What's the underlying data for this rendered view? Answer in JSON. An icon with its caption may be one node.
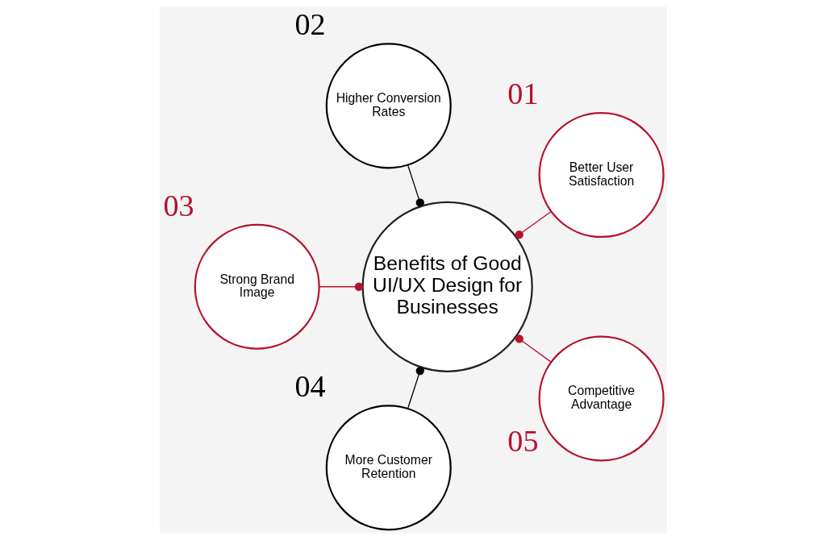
{
  "diagram": {
    "nodes": [
      {
        "text": [
          "Benefits of Good UI/UX Design for Businesses"
        ]
      },
      {
        "text": [
          "Better User Satisfaction"
        ],
        "beside": [
          "01"
        ]
      },
      {
        "text": [
          "Higher Conversion Rates"
        ],
        "beside": [
          "02"
        ]
      },
      {
        "text": [
          "Strong Brand Image"
        ],
        "beside": [
          "03"
        ]
      },
      {
        "text": [
          "More Customer Retention"
        ],
        "beside": [
          "04"
        ]
      },
      {
        "text": [
          "Competitive Advantage"
        ],
        "beside": [
          "05"
        ]
      }
    ],
    "edges": [
      {
        "from": 0,
        "to": 1,
        "arrow": "other"
      },
      {
        "from": 0,
        "to": 2,
        "arrow": "other",
        "color": "#000000"
      },
      {
        "from": 0,
        "to": 3,
        "arrow": "other"
      },
      {
        "from": 0,
        "to": 4,
        "arrow": "other",
        "color": "#000000"
      },
      {
        "from": 0,
        "to": 5,
        "arrow": "other"
      }
    ]
  }
}
